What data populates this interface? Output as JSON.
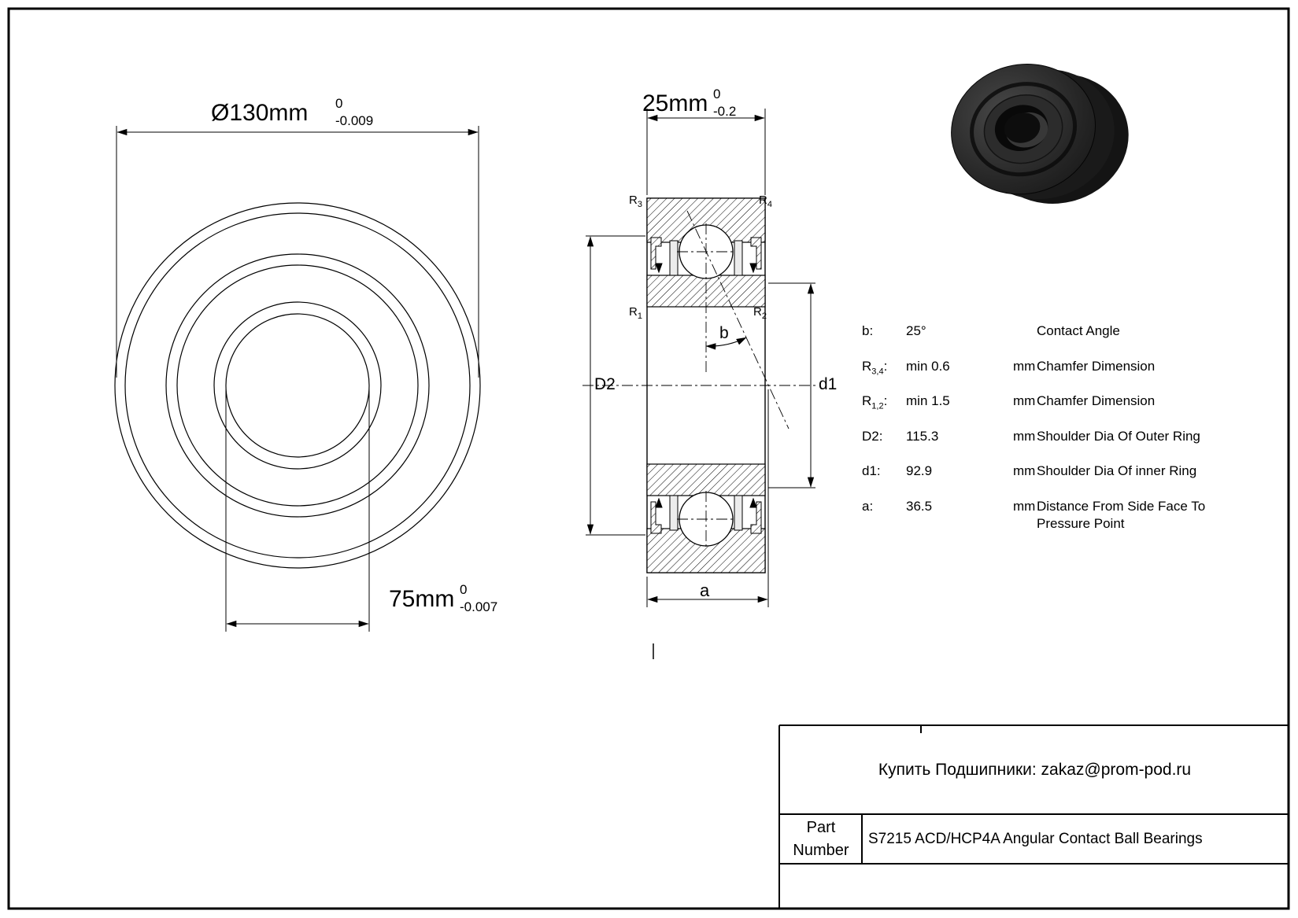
{
  "front_view": {
    "outer_dim": {
      "text": "Ø130mm",
      "tol_upper": "0",
      "tol_lower": "-0.009"
    },
    "bore_dim": {
      "text": "75mm",
      "tol_upper": "0",
      "tol_lower": "-0.007"
    }
  },
  "section_view": {
    "width_dim": {
      "text": "25mm",
      "tol_upper": "0",
      "tol_lower": "-0.2"
    },
    "labels": {
      "r3": {
        "base": "R",
        "sub": "3"
      },
      "r4": {
        "base": "R",
        "sub": "4"
      },
      "r1": {
        "base": "R",
        "sub": "1"
      },
      "r2": {
        "base": "R",
        "sub": "2"
      },
      "d2": "D2",
      "d1": "d1",
      "b": "b",
      "a": "a"
    }
  },
  "spec_table": {
    "param_suffix": ":",
    "rows": [
      {
        "param_base": "b",
        "param_sub": "",
        "value": "25°",
        "unit": "",
        "desc": "Contact Angle"
      },
      {
        "param_base": "R",
        "param_sub": "3,4",
        "value": "min 0.6",
        "unit": "mm",
        "desc": "Chamfer Dimension"
      },
      {
        "param_base": "R",
        "param_sub": "1,2",
        "value": "min 1.5",
        "unit": "mm",
        "desc": "Chamfer Dimension"
      },
      {
        "param_base": "D2",
        "param_sub": "",
        "value": "115.3",
        "unit": "mm",
        "desc": "Shoulder Dia Of Outer Ring"
      },
      {
        "param_base": "d1",
        "param_sub": "",
        "value": "92.9",
        "unit": "mm",
        "desc": "Shoulder Dia Of inner Ring"
      },
      {
        "param_base": "a",
        "param_sub": "",
        "value": "36.5",
        "unit": "mm",
        "desc": "Distance From Side Face To Pressure Point"
      }
    ]
  },
  "title_block": {
    "contact": "Купить Подшипники: zakaz@prom-pod.ru",
    "part_label_line1": "Part",
    "part_label_line2": "Number",
    "part_description": "S7215 ACD/HCP4A Angular Contact Ball Bearings"
  }
}
